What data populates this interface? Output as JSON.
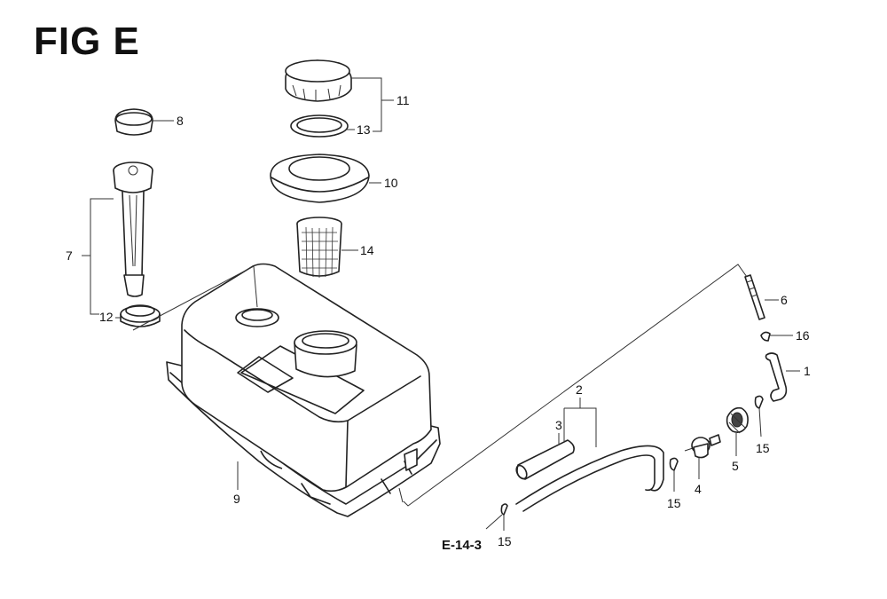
{
  "figure": {
    "title": "FIG E",
    "reference": "E-14-3"
  },
  "callouts": {
    "c1": "1",
    "c2": "2",
    "c3": "3",
    "c4": "4",
    "c5": "5",
    "c6": "6",
    "c7": "7",
    "c8": "8",
    "c9": "9",
    "c10": "10",
    "c11": "11",
    "c12": "12",
    "c13": "13",
    "c14": "14",
    "c15a": "15",
    "c15b": "15",
    "c15c": "15",
    "c16": "16"
  }
}
